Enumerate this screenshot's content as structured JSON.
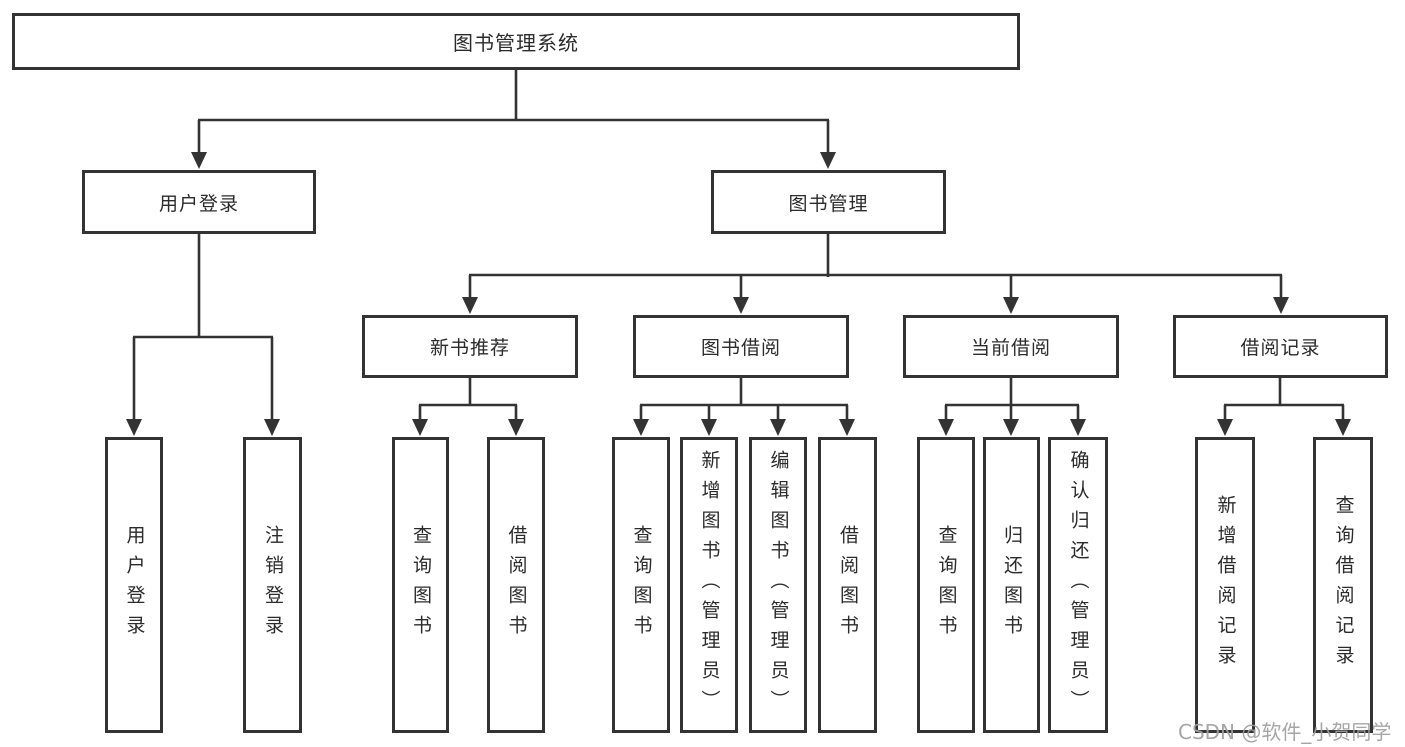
{
  "tree": {
    "root": "图书管理系统",
    "branches": [
      {
        "label": "用户登录",
        "children": [
          "用户登录",
          "注销登录"
        ]
      },
      {
        "label": "图书管理",
        "groups": [
          {
            "label": "新书推荐",
            "children": [
              "查询图书",
              "借阅图书"
            ]
          },
          {
            "label": "图书借阅",
            "children": [
              "查询图书",
              "新增图书（管理员）",
              "编辑图书（管理员）",
              "借阅图书"
            ]
          },
          {
            "label": "当前借阅",
            "children": [
              "查询图书",
              "归还图书",
              "确认归还（管理员）"
            ]
          },
          {
            "label": "借阅记录",
            "children": [
              "新增借阅记录",
              "查询借阅记录"
            ]
          }
        ]
      }
    ]
  },
  "watermark": "CSDN @软件_小贺同学",
  "colors": {
    "line": "#333333",
    "box_border": "#333333",
    "text": "#2b2b2b",
    "watermark": "#9e9e9e",
    "background": "#ffffff"
  }
}
